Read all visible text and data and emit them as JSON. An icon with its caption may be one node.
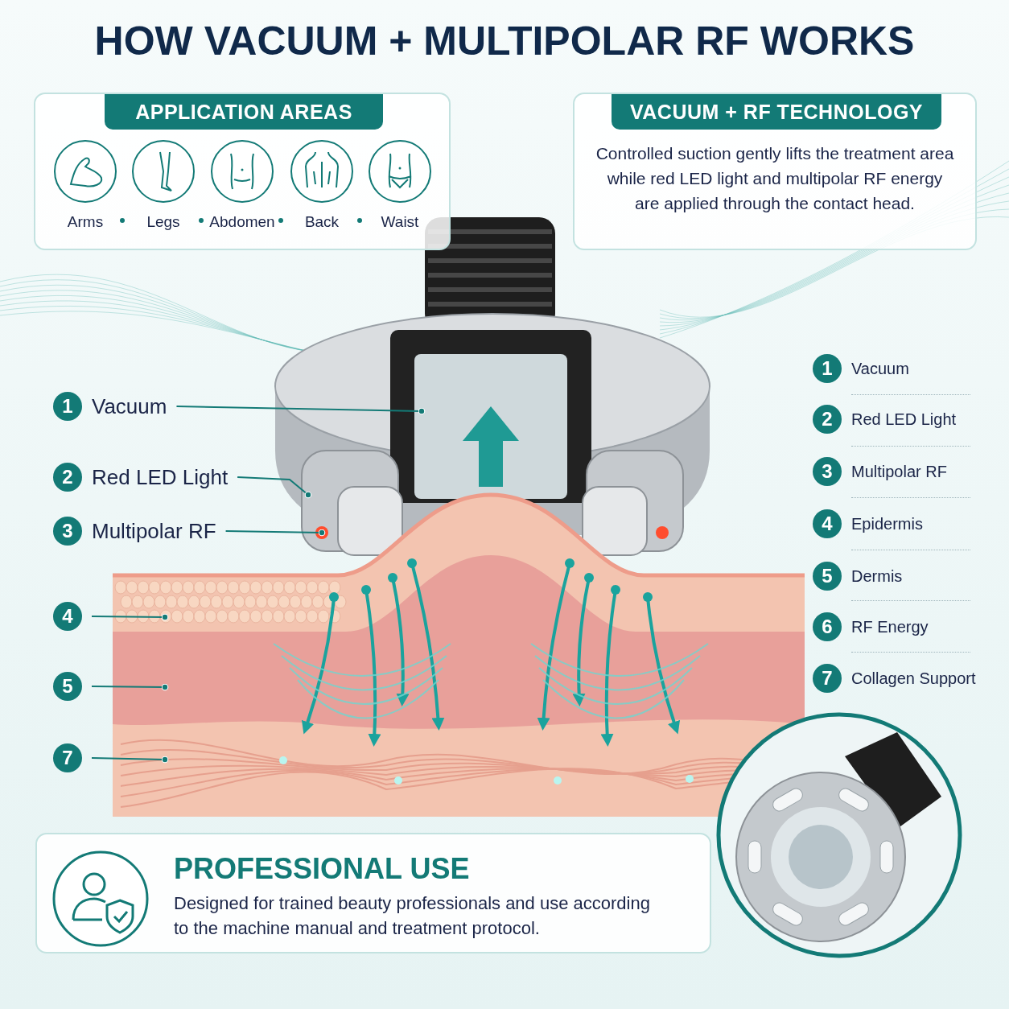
{
  "diagram": {
    "title": "HOW VACUUM + MULTIPOLAR RF WORKS",
    "nodes": [
      {
        "text": [
          "APPLICATION AREAS"
        ]
      },
      {
        "text": [],
        "shape": "picture",
        "in": 0,
        "beside": [
          "Arms"
        ]
      },
      {
        "text": [],
        "shape": "picture",
        "in": 0,
        "beside": [
          "Legs"
        ]
      },
      {
        "text": [],
        "shape": "picture",
        "in": 0,
        "beside": [
          "Abdomen"
        ]
      },
      {
        "text": [],
        "shape": "picture",
        "in": 0,
        "beside": [
          "Back"
        ]
      },
      {
        "text": [],
        "shape": "picture",
        "in": 0,
        "beside": [
          "Waist"
        ]
      },
      {
        "text": [
          "VACUUM + RF TECHNOLOGY",
          "Controlled suction gently lifts the treatment area while red LED light and multipolar RF energy are applied through the contact head."
        ]
      },
      {
        "text": [
          "1"
        ],
        "beside": [
          "Vacuum"
        ]
      },
      {
        "text": [
          "2"
        ],
        "beside": [
          "Red LED Light"
        ]
      },
      {
        "text": [
          "3"
        ],
        "beside": [
          "Multipolar RF"
        ]
      },
      {
        "text": [
          "4"
        ]
      },
      {
        "text": [
          "5"
        ]
      },
      {
        "text": [
          "7"
        ]
      },
      {
        "text": [
          "1"
        ],
        "beside": [
          "Vacuum"
        ]
      },
      {
        "text": [
          "2"
        ],
        "beside": [
          "Red LED Light"
        ]
      },
      {
        "text": [
          "3"
        ],
        "beside": [
          "Multipolar RF"
        ]
      },
      {
        "text": [
          "4"
        ],
        "beside": [
          "Epidermis"
        ]
      },
      {
        "text": [
          "5"
        ],
        "beside": [
          "Dermis"
        ]
      },
      {
        "text": [
          "6"
        ],
        "beside": [
          "RF Energy"
        ]
      },
      {
        "text": [
          "7"
        ],
        "beside": [
          "Collagen Support"
        ]
      },
      {
        "text": [
          "PROFESSIONAL USE",
          "Designed for trained beauty professionals and use according to the machine manual and treatment protocol."
        ]
      },
      {
        "text": [],
        "shape": "picture",
        "in": 20
      }
    ],
    "edges": [
      {
        "from": 7,
        "to": null,
        "arrow": "other"
      },
      {
        "from": 8,
        "to": null,
        "arrow": "other"
      },
      {
        "from": 9,
        "to": null,
        "arrow": "other"
      },
      {
        "from": 10,
        "to": null,
        "arrow": "other"
      },
      {
        "from": 11,
        "to": null,
        "arrow": "other"
      },
      {
        "from": 12,
        "to": null,
        "arrow": "other"
      }
    ]
  }
}
